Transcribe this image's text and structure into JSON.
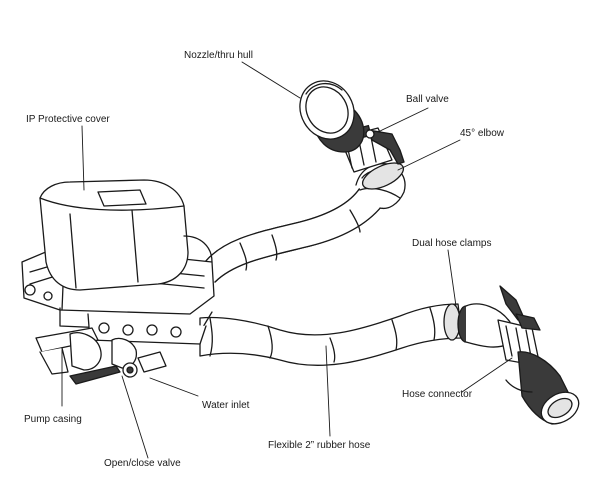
{
  "labels": {
    "nozzle": "Nozzle/thru hull",
    "ball_valve": "Ball valve",
    "elbow": "45° elbow",
    "ip_cover": "IP Protective cover",
    "dual_clamps": "Dual hose clamps",
    "hose_connector": "Hose connector",
    "water_inlet": "Water inlet",
    "pump_casing": "Pump casing",
    "rubber_hose": "Flexible 2” rubber hose",
    "open_close_valve": "Open/close valve"
  },
  "colors": {
    "line": "#1a1a1a",
    "fill_light": "#ffffff",
    "fill_mid": "#e4e4e4",
    "fill_dark": "#3a3a3a"
  }
}
